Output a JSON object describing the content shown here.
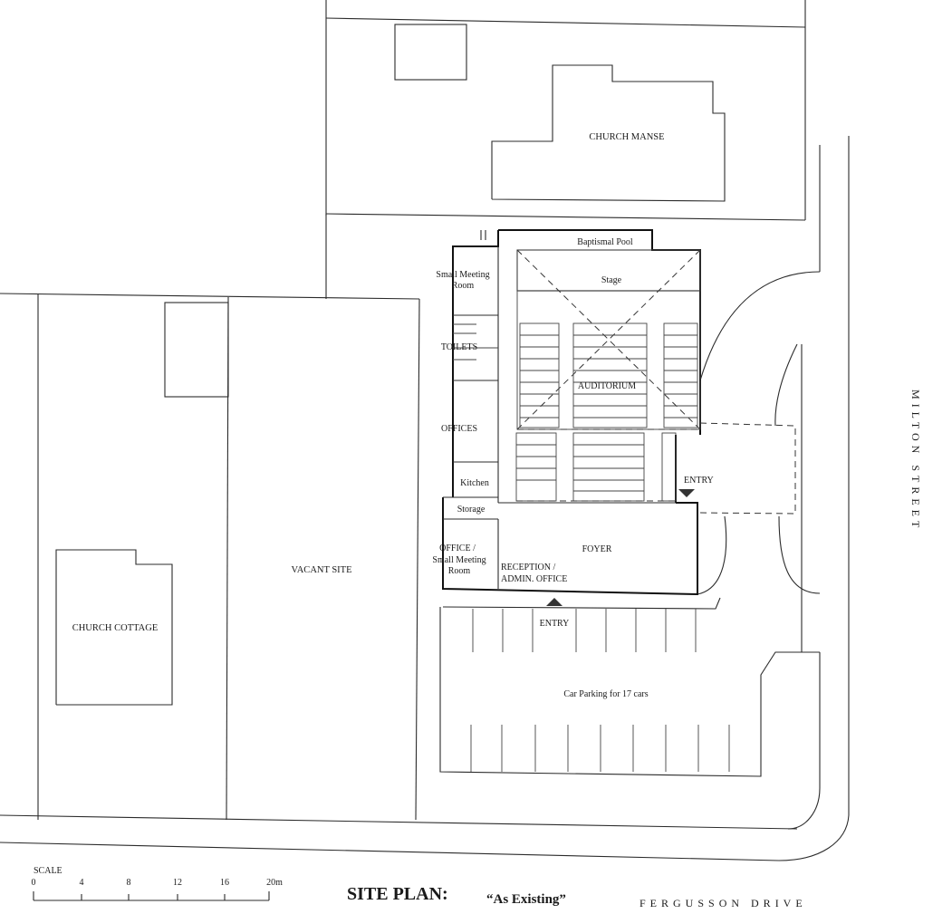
{
  "labels": {
    "church_manse": "CHURCH MANSE",
    "baptismal_pool": "Baptismal Pool",
    "stage": "Stage",
    "small_meeting_room_1": "Small Meeting",
    "small_meeting_room_2": "Room",
    "toilets": "TOILETS",
    "auditorium": "AUDITORIUM",
    "offices": "OFFICES",
    "kitchen": "Kitchen",
    "storage": "Storage",
    "office_small_1": "OFFICE /",
    "office_small_2": "Small Meeting",
    "office_small_3": "Room",
    "foyer": "FOYER",
    "reception_1": "RECEPTION /",
    "reception_2": "ADMIN. OFFICE",
    "entry_side": "ENTRY",
    "entry_front": "ENTRY",
    "car_parking": "Car Parking for 17 cars",
    "vacant_site": "VACANT SITE",
    "church_cottage": "CHURCH COTTAGE",
    "milton_street": "MILTON STREET",
    "fergusson_drive": "FERGUSSON DRIVE"
  },
  "scale": {
    "title": "SCALE",
    "ticks": [
      "0",
      "4",
      "8",
      "12",
      "16",
      "20m"
    ]
  },
  "title": {
    "main": "SITE PLAN:",
    "sub": "“As Existing”"
  }
}
